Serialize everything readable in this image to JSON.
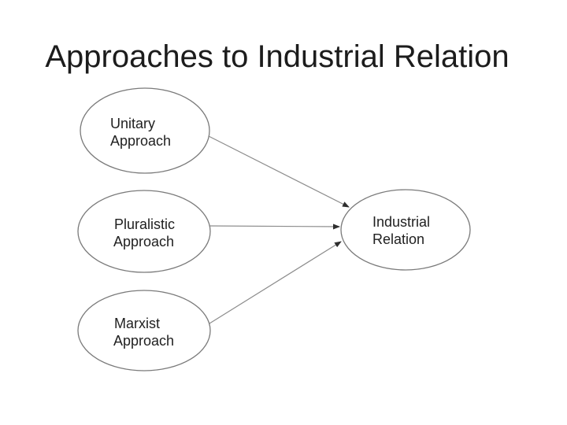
{
  "slide": {
    "title": "Approaches to Industrial Relation"
  },
  "diagram": {
    "nodes": [
      {
        "id": "unitary-approach",
        "lines": [
          "Unitary",
          "Approach"
        ]
      },
      {
        "id": "pluralistic-approach",
        "lines": [
          "Pluralistic",
          "Approach"
        ]
      },
      {
        "id": "marxist-approach",
        "lines": [
          "Marxist",
          "Approach"
        ]
      },
      {
        "id": "industrial-relation",
        "lines": [
          "Industrial",
          "Relation"
        ]
      }
    ],
    "edges": [
      {
        "from": "unitary-approach",
        "to": "industrial-relation"
      },
      {
        "from": "pluralistic-approach",
        "to": "industrial-relation"
      },
      {
        "from": "marxist-approach",
        "to": "industrial-relation"
      }
    ],
    "colors": {
      "background": "#ffffff",
      "title_text": "#1c1c1c",
      "node_text": "#212121",
      "node_stroke": "#7a7a7a",
      "connector": "#8c8c8c",
      "arrowhead": "#2e2e2e"
    }
  }
}
